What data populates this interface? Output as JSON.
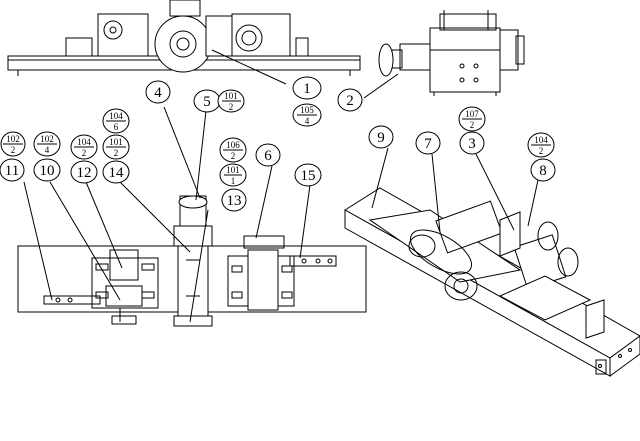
{
  "callouts": [
    {
      "id": "1",
      "label": "1"
    },
    {
      "id": "2",
      "label": "2"
    },
    {
      "id": "3",
      "label": "3"
    },
    {
      "id": "4",
      "label": "4"
    },
    {
      "id": "5",
      "label": "5"
    },
    {
      "id": "6",
      "label": "6"
    },
    {
      "id": "7",
      "label": "7"
    },
    {
      "id": "8",
      "label": "8"
    },
    {
      "id": "9",
      "label": "9"
    },
    {
      "id": "10",
      "label": "10"
    },
    {
      "id": "11",
      "label": "11"
    },
    {
      "id": "12",
      "label": "12"
    },
    {
      "id": "13",
      "label": "13"
    },
    {
      "id": "14",
      "label": "14"
    },
    {
      "id": "15",
      "label": "15"
    }
  ],
  "fractions": [
    {
      "id": "f101-2-a",
      "num": "101",
      "den": "2"
    },
    {
      "id": "f105-4",
      "num": "105",
      "den": "4"
    },
    {
      "id": "f104-6",
      "num": "104",
      "den": "6"
    },
    {
      "id": "f101-2-b",
      "num": "101",
      "den": "2"
    },
    {
      "id": "f106-2",
      "num": "106",
      "den": "2"
    },
    {
      "id": "f101-1",
      "num": "101",
      "den": "1"
    },
    {
      "id": "f102-2",
      "num": "102",
      "den": "2"
    },
    {
      "id": "f102-4",
      "num": "102",
      "den": "4"
    },
    {
      "id": "f104-2-a",
      "num": "104",
      "den": "2"
    },
    {
      "id": "f107-2",
      "num": "107",
      "den": "2"
    },
    {
      "id": "f104-2-b",
      "num": "104",
      "den": "2"
    }
  ]
}
